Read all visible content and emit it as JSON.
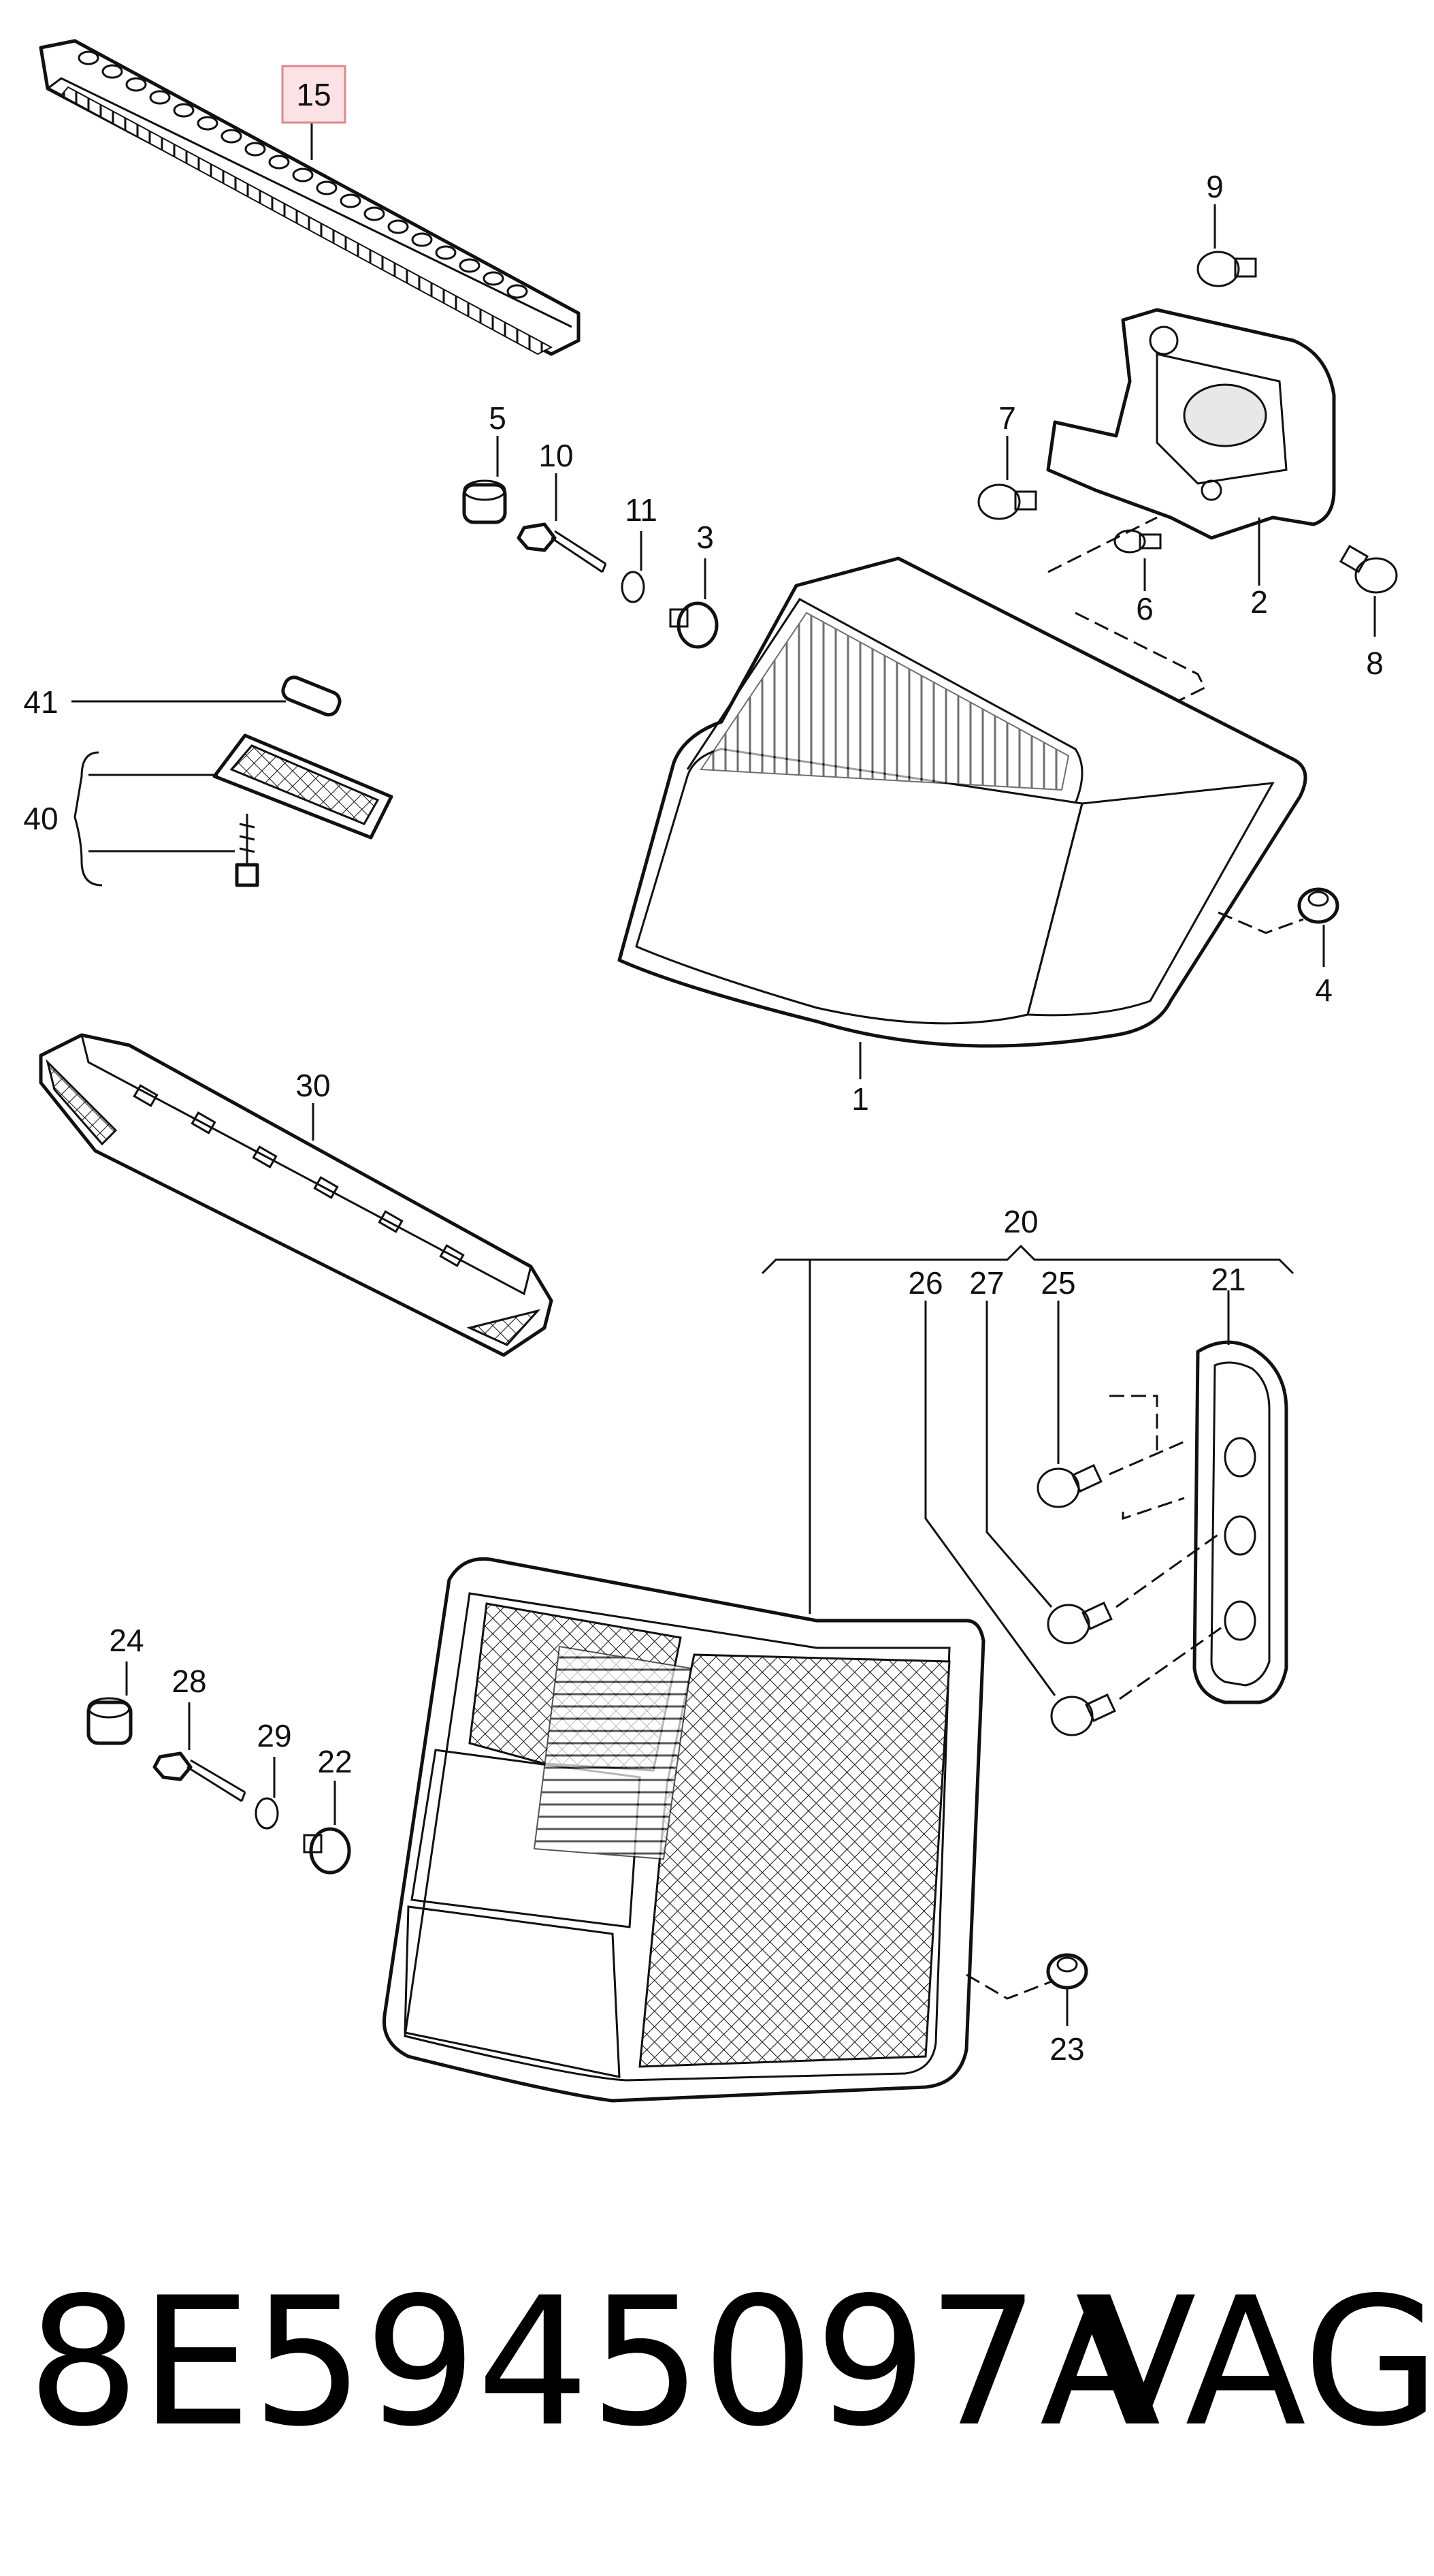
{
  "callouts": {
    "c1": "1",
    "c2": "2",
    "c3": "3",
    "c4": "4",
    "c5": "5",
    "c6": "6",
    "c7": "7",
    "c8": "8",
    "c9": "9",
    "c10": "10",
    "c11": "11",
    "c15": "15",
    "c20": "20",
    "c21": "21",
    "c22": "22",
    "c23": "23",
    "c24": "24",
    "c25": "25",
    "c26": "26",
    "c27": "27",
    "c28": "28",
    "c29": "29",
    "c30": "30",
    "c40": "40",
    "c41": "41"
  },
  "highlight_color": "#e2868f",
  "footer": {
    "part_number": "8E5945097A",
    "brand": "VAG"
  }
}
